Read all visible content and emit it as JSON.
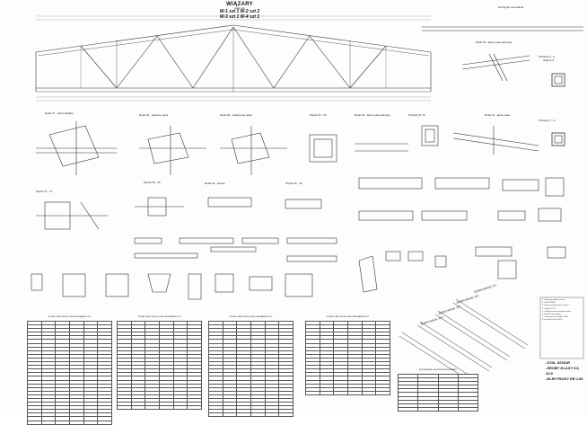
{
  "title": {
    "main": "WIĄZARY",
    "scale": "skala 1:10",
    "line1": "W-1 szt 1   W-2 szt 2",
    "line2": "W-3 szt 1   W-4 szt 1"
  },
  "details": [
    "Szczegół mocowania",
    "Detal 29 - łącze pasa górnego",
    "Przekrój A - A",
    "skala 1:5",
    "Detal 27 - węzeł skrajny",
    "Detal 23 - stężenie pasa",
    "Detal 28 - połączenie pasa",
    "Węzeł 43 - 43",
    "Detal 30 - łącze pasa dolnego",
    "Przekrój B - B",
    "Węzeł 47 - 47",
    "Węzeł 45 - 45",
    "Detal 32 - słupek",
    "Węzeł 44 - 44",
    "Detal 31 - łącze pasa",
    "Przekrój C - C"
  ],
  "tables": [
    {
      "title": "WYKAZ STALI PROFILOWEJ NA WIĄZARY W-1",
      "headers": [
        "ELEMENT",
        "POZ",
        "PROFIL",
        "DŁ",
        "SZT",
        "MASA"
      ]
    },
    {
      "title": "WYKAZ STALI PROFILOWEJ NA WIĄZARY W-2",
      "headers": [
        "ELEMENT",
        "POZ",
        "PROFIL",
        "DŁ",
        "SZT",
        "MASA"
      ]
    },
    {
      "title": "WYKAZ STALI PROFILOWEJ NA WIĄZARY W-3",
      "headers": [
        "ELEMENT",
        "POZ",
        "PROFIL",
        "DŁ",
        "SZT",
        "MASA"
      ]
    },
    {
      "title": "WYKAZ STALI PROFILOWEJ NA WIĄZARY W-4",
      "headers": [
        "ELEMENT",
        "POZ",
        "PROFIL",
        "DŁ",
        "SZT",
        "MASA"
      ]
    },
    {
      "title": "ZESTAWIENIE ŁĄCZNIKÓW NA WIĄZARY",
      "headers": [
        "ELEMENT",
        "POZ",
        "ŚRUBA",
        "SZT"
      ]
    }
  ],
  "isometric_labels": [
    "ŻEBROWANIE W-1",
    "ŻEBROWANIE W-2",
    "ŻEBROWANIE W-3",
    "ŻEBROWANIE W-4"
  ],
  "notes": [
    "1. Wymiary podano w mm",
    "2. Stal S235JR",
    "3. Spoiny pachwinowe a=4mm",
    "4. Śruby kl. 5.6",
    "5. Zabezpieczenie antykorozyjne",
    "6. Montaż wg projektu",
    "7. Tolerancje wg PN-EN 1090",
    "8. Kontrola spoin 100%"
  ],
  "specs": [
    "-STAL S235JR",
    "-ŚRUBY KLASY 5.6, 10.9",
    "-ELEKTRODY EB 1.50"
  ]
}
